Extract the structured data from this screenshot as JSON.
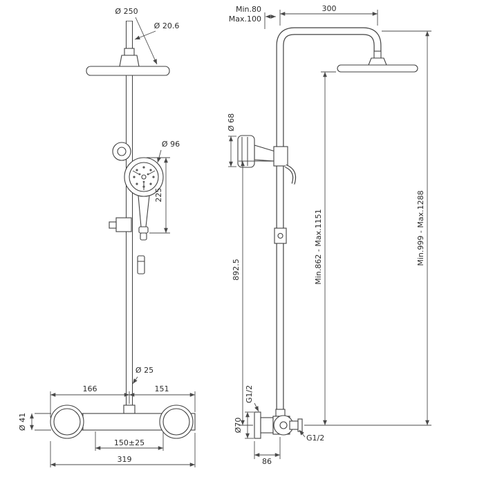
{
  "drawing": {
    "description": "Shower column technical drawing, front and side views with dimensions",
    "line_color": "#3f3f3f",
    "front": {
      "head_d": "Ø 250",
      "pipe_d": "Ø 20.6",
      "hand_d": "Ø 96",
      "hand_len": "225",
      "riser_d": "Ø 25",
      "span_left": "166",
      "span_right": "151",
      "valve_d": "Ø 41",
      "inlet_spacing": "150±25",
      "valve_w": "319"
    },
    "side": {
      "offset_min": "Min.80",
      "offset_max": "Max.100",
      "arm_reach": "300",
      "hand_d": "Ø 68",
      "riser_h": "892.5",
      "head_range": "Min.862 - Max.1151",
      "total_range": "Min.999 - Max.1288",
      "inlet_thread": "G1/2",
      "flange_d": "Ø70",
      "outlet_thread": "G1/2",
      "wall_offset": "86"
    }
  }
}
